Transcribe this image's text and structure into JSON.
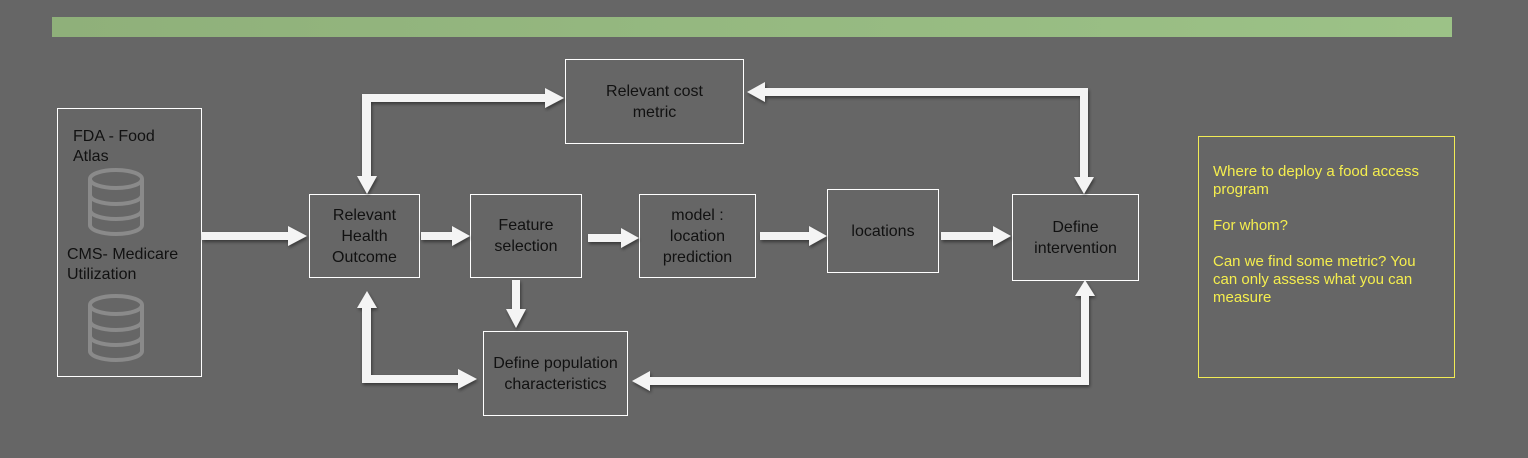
{
  "header": {
    "accent_color": "#9cc287"
  },
  "sources": {
    "fda_label": "FDA - Food Atlas",
    "cms_label": "CMS- Medicare Utilization",
    "icons": [
      "database-icon",
      "database-icon"
    ]
  },
  "nodes": {
    "health": "Relevant Health Outcome",
    "feature": "Feature selection",
    "model": "model : location prediction",
    "locations": "locations",
    "intervention": "Define intervention",
    "cost": "Relevant cost metric",
    "population": "Define population characteristics"
  },
  "notes": {
    "border_color": "#f2ec55",
    "text_color": "#f5ee4e",
    "lines": [
      "Where to deploy a food access program",
      "For whom?",
      "Can we find some metric? You can only assess what you can measure"
    ]
  }
}
